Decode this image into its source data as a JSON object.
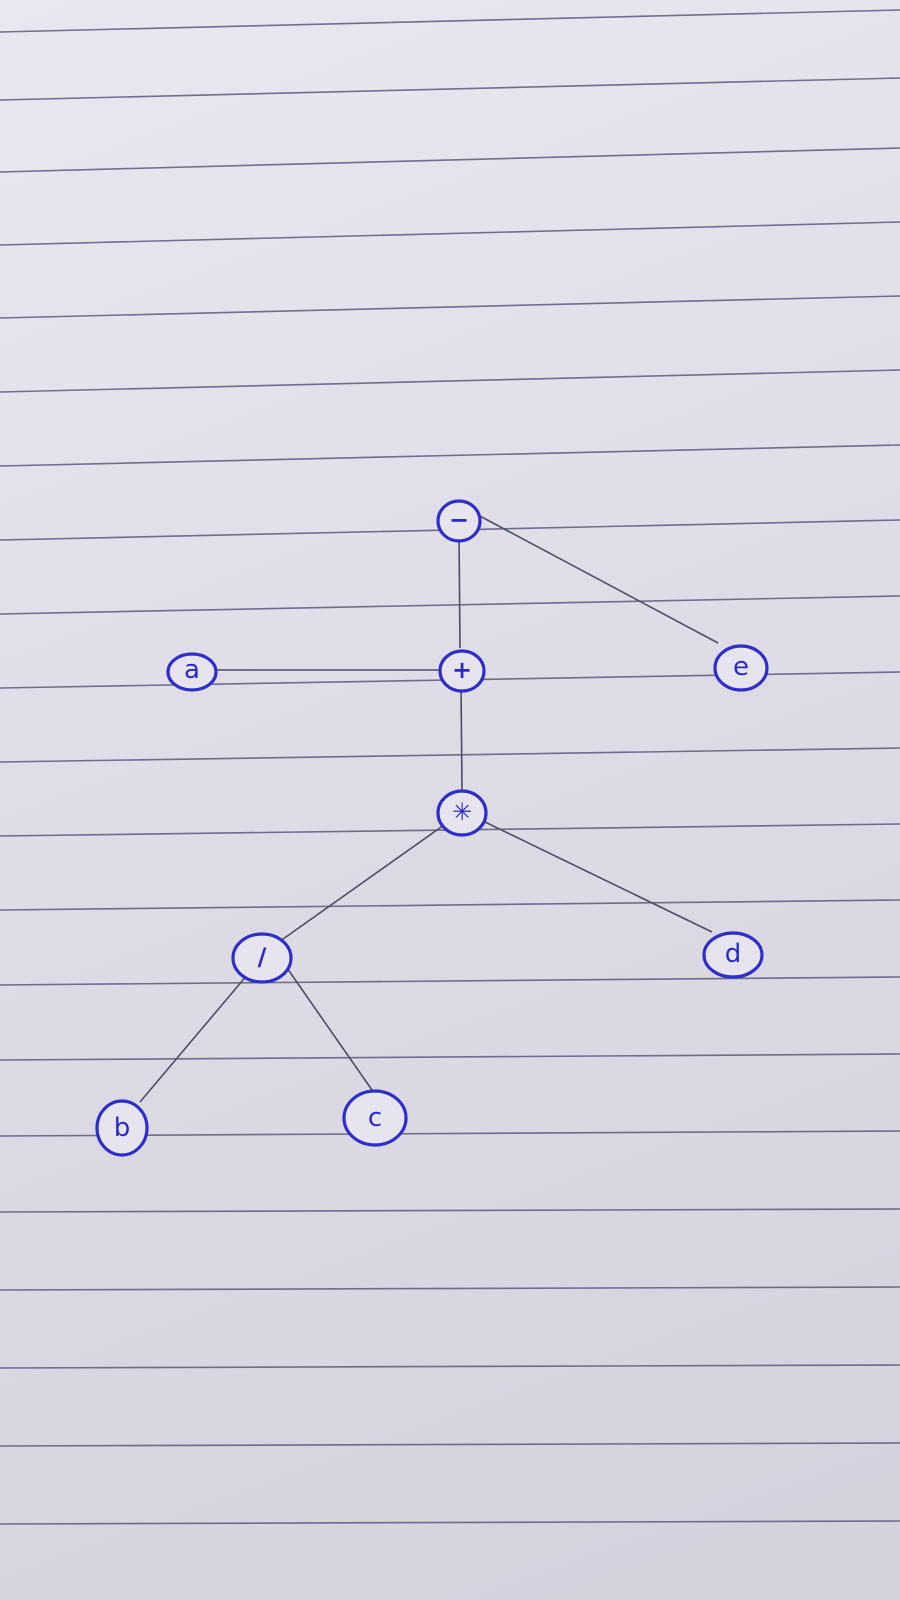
{
  "diagram": {
    "nodes": [
      {
        "id": "n-minus",
        "label": "−",
        "kind": "operator"
      },
      {
        "id": "n-plus",
        "label": "+",
        "kind": "operator"
      },
      {
        "id": "n-mul",
        "label": "✳",
        "kind": "operator"
      },
      {
        "id": "n-div",
        "label": "/",
        "kind": "operator"
      },
      {
        "id": "n-a",
        "label": "a",
        "kind": "operand"
      },
      {
        "id": "n-b",
        "label": "b",
        "kind": "operand"
      },
      {
        "id": "n-c",
        "label": "c",
        "kind": "operand"
      },
      {
        "id": "n-d",
        "label": "d",
        "kind": "operand"
      },
      {
        "id": "n-e",
        "label": "e",
        "kind": "operand"
      }
    ],
    "edges": [
      {
        "from": "n-minus",
        "to": "n-plus"
      },
      {
        "from": "n-minus",
        "to": "n-e"
      },
      {
        "from": "n-plus",
        "to": "n-a"
      },
      {
        "from": "n-plus",
        "to": "n-mul"
      },
      {
        "from": "n-mul",
        "to": "n-div"
      },
      {
        "from": "n-mul",
        "to": "n-d"
      },
      {
        "from": "n-div",
        "to": "n-b"
      },
      {
        "from": "n-div",
        "to": "n-c"
      }
    ],
    "colors": {
      "ink": "#2f2fc8",
      "pencil": "#4d4d63",
      "paper": "#e4e2ec",
      "rules": "#4a4a66"
    }
  }
}
